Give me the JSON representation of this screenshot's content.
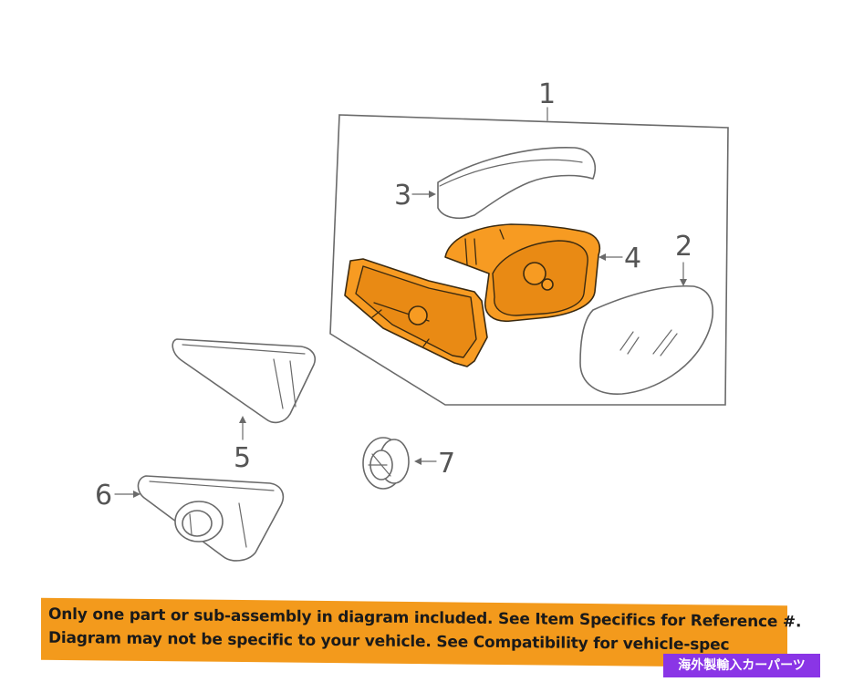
{
  "callouts": {
    "c1": "1",
    "c2": "2",
    "c3": "3",
    "c4": "4",
    "c5": "5",
    "c6": "6",
    "c7": "7"
  },
  "banner": {
    "line1": "Only one part or sub-assembly in diagram included. See Item Specifics for Reference #.",
    "line2": "Diagram may not be specific to your vehicle. See Compatibility for vehicle-spec"
  },
  "tag": {
    "label": "海外製輸入カーパーツ"
  },
  "colors": {
    "highlight": "#f79b22",
    "banner": "#f39a1c",
    "tag": "#8a35e6"
  }
}
